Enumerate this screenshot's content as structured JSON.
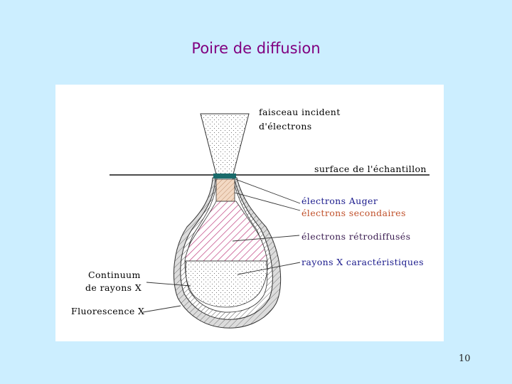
{
  "slide": {
    "title": "Poire de diffusion",
    "page_number": "10"
  },
  "figure": {
    "labels": {
      "beam_line1": "faisceau incident",
      "beam_line2": "d'électrons",
      "surface": "surface de l'échantillon",
      "auger": "électrons Auger",
      "secondary": "électrons secondaires",
      "backscattered": "électrons rétrodiffusés",
      "xray_char": "rayons X caractéristiques",
      "continuum_line1": "Continuum",
      "continuum_line2": "de rayons X",
      "fluorescence": "Fluorescence X"
    },
    "colors": {
      "auger": "#1a1a8c",
      "secondary": "#c0502a",
      "backscattered": "#3a1c50",
      "xray_char": "#1a1a8c",
      "hatch_backscattered": "#c04080",
      "secondary_fill": "#f3d9c4",
      "surface_marker": "#1a6b6b",
      "continuum_hatch": "#555555",
      "fluorescence_fill": "#dcdcdc"
    }
  }
}
